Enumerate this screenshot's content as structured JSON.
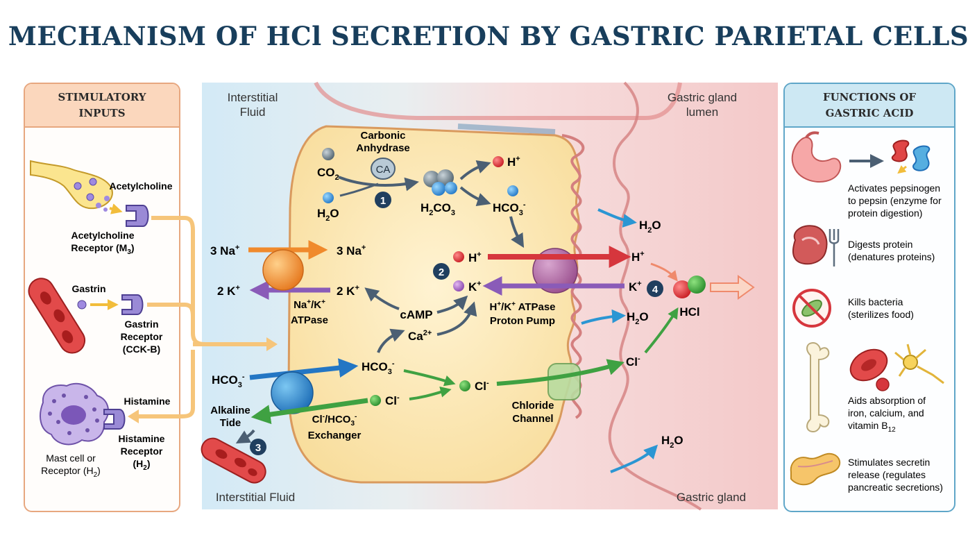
{
  "title": "MECHANISM OF HCl SECRETION BY GASTRIC PARIETAL CELLS",
  "stimulatory": {
    "heading_line1": "STIMULATORY",
    "heading_line2": "INPUTS",
    "acetylcholine": "Acetylcholine",
    "ach_receptor_line1": "Acetylcholine",
    "ach_receptor_line2": "Receptor (M",
    "ach_receptor_sub": "3",
    "gastrin": "Gastrin",
    "gastrin_receptor_line1": "Gastrin",
    "gastrin_receptor_line2": "Receptor",
    "gastrin_receptor_line3": "(CCK-B)",
    "histamine": "Histamine",
    "histamine_receptor_line1": "Histamine",
    "histamine_receptor_line2": "Receptor",
    "histamine_receptor_line3": "(H",
    "histamine_receptor_sub": "2",
    "mast_line1": "Mast cell or",
    "mast_line2": "Receptor (H",
    "mast_sub": "2"
  },
  "regions": {
    "interstitial_top_line1": "Interstitial",
    "interstitial_top_line2": "Fluid",
    "lumen_line1": "Gastric gland",
    "lumen_line2": "lumen",
    "interstitial_bottom": "Interstitial Fluid",
    "gland_bottom": "Gastric gland"
  },
  "cell": {
    "carbonic_line1": "Carbonic",
    "carbonic_line2": "Anhydrase",
    "ca": "CA",
    "co2": "CO",
    "co2_sub": "2",
    "h2o": "H",
    "h2o_sub": "2",
    "h2o_o": "O",
    "h2co3_h": "H",
    "h2co3_sub1": "2",
    "h2co3_co": "CO",
    "h2co3_sub2": "3",
    "h_plus": "H",
    "plus": "+",
    "hco3": "HCO",
    "three": "3",
    "minus": "-",
    "step1": "1",
    "step2": "2",
    "step3": "3",
    "step4": "4",
    "na_left": "3 Na",
    "na_right": "3 Na",
    "k_left": "2 K",
    "k_right": "2 K",
    "nak_line1": "Na",
    "nak_slash": "/K",
    "nak_line2": "ATPase",
    "camp": "cAMP",
    "ca2": "Ca",
    "ca2_sup": "2+",
    "k_ion": "K",
    "proton_line1a": "H",
    "proton_line1b": "/K",
    "proton_line1c": " ATPase",
    "proton_line2": "Proton Pump",
    "h_out": "H",
    "k_out": "K",
    "hcl": "HCl",
    "cl": "Cl",
    "hco3_in": "HCO",
    "alkaline_line1": "Alkaline",
    "alkaline_line2": "Tide",
    "exchanger_cl": "Cl",
    "exchanger_hco": "/HCO",
    "exchanger_line2": "Exchanger",
    "chloride_line1": "Chloride",
    "chloride_line2": "Channel"
  },
  "functions": {
    "heading_line1": "FUNCTIONS OF",
    "heading_line2": "GASTRIC ACID",
    "f1_line1": "Activates pepsinogen",
    "f1_line2": "to pepsin (enzyme for",
    "f1_line3": "protein digestion)",
    "f2_line1": "Digests protein",
    "f2_line2": "(denatures proteins)",
    "f3_line1": "Kills bacteria",
    "f3_line2": "(sterilizes food)",
    "f4_line1": "Aids absorption of",
    "f4_line2": "iron, calcium, and",
    "f4_line3": "vitamin B",
    "f4_sub": "12",
    "f5_line1": "Stimulates secretin",
    "f5_line2": "release (regulates",
    "f5_line3": "pancreatic secretions)"
  },
  "colors": {
    "title": "#183e5c",
    "left_border": "#e7a77f",
    "right_border": "#5fa6c8",
    "interstitial": "#d6ecf7",
    "lumen": "#f7d1d1",
    "cell": "#fbe6b3",
    "na_arrow": "#f08a2c",
    "k_arrow": "#8a5bb8",
    "h_arrow": "#d6363d",
    "green_arrow": "#3fa142",
    "blue_arrow": "#2376c4",
    "step_badge": "#203f5f"
  }
}
